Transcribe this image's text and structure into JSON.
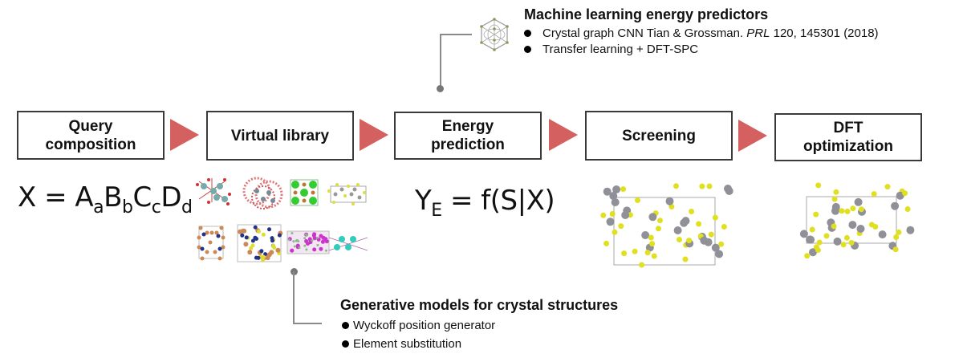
{
  "workflow": {
    "steps": [
      {
        "label_line1": "Query",
        "label_line2": "composition"
      },
      {
        "label_line1": "Virtual library",
        "label_line2": ""
      },
      {
        "label_line1": "Energy",
        "label_line2": "prediction"
      },
      {
        "label_line1": "Screening",
        "label_line2": ""
      },
      {
        "label_line1": "DFT",
        "label_line2": "optimization"
      }
    ],
    "arrow_color": "#d46060"
  },
  "formulas": {
    "composition": {
      "prefix": "X = ",
      "terms": [
        {
          "base": "A",
          "sub": "a"
        },
        {
          "base": "B",
          "sub": "b"
        },
        {
          "base": "C",
          "sub": "c"
        },
        {
          "base": "D",
          "sub": "d"
        }
      ]
    },
    "energy": {
      "base": "Y",
      "sub": "E",
      "rest": " = f(S|X)"
    }
  },
  "ml_note": {
    "title": "Machine learning energy predictors",
    "items": [
      {
        "text_before": "Crystal graph CNN Tian & Grossman. ",
        "italic": "PRL",
        "text_after": " 120, 145301 (2018)"
      },
      {
        "text_before": "Transfer learning + DFT-SPC",
        "italic": "",
        "text_after": ""
      }
    ],
    "icon": "crystal-graph-icon"
  },
  "gen_note": {
    "title": "Generative models for crystal structures",
    "items": [
      "Wyckoff position generator",
      "Element substitution"
    ]
  },
  "images": {
    "virtual_library": [
      "octahedra-network",
      "layered-octahedra",
      "green-cubic-lattice",
      "yellow-grey-cell",
      "ring-structure",
      "blue-yellow-grid",
      "magenta-lattice",
      "cyan-chain"
    ],
    "screening": "sulfide-crystal-structure",
    "optimized": "optimized-sulfide-structure"
  }
}
